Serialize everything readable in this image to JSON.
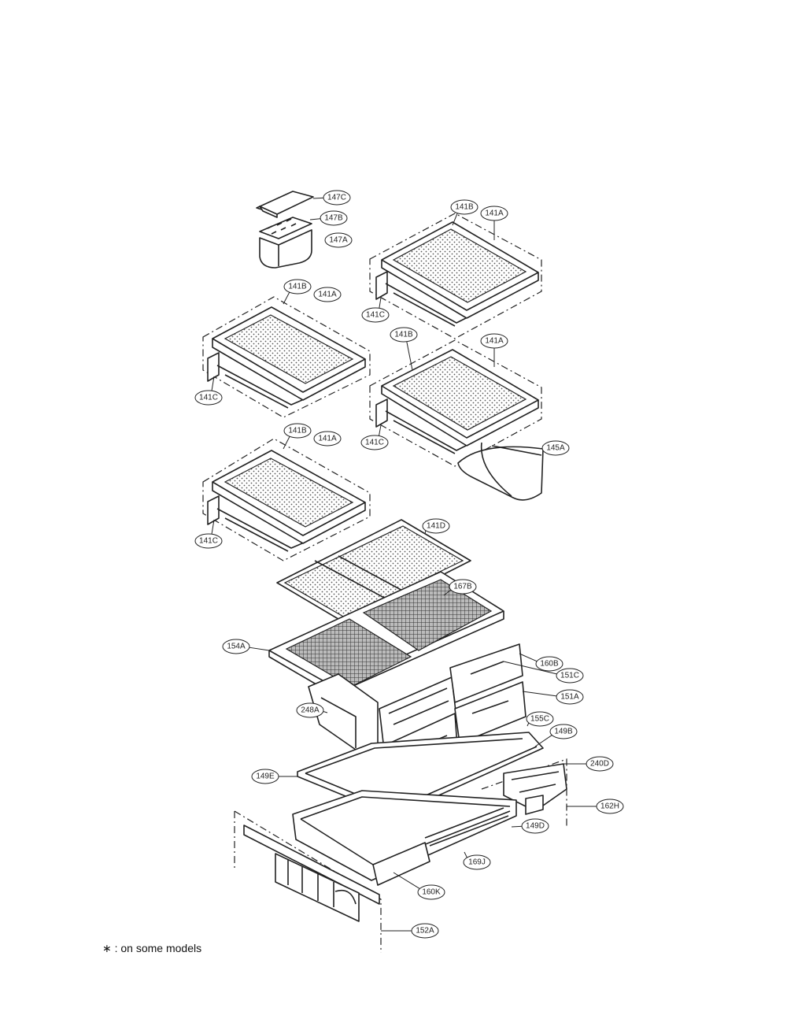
{
  "footnote": "∗ : on some models",
  "callouts": {
    "egg_lid": "147C",
    "egg_tray": "147B",
    "egg_box": "147A",
    "shelf1_glass": "141B",
    "shelf1_frame": "141A",
    "shelf1_bracket": "141C",
    "shelf2_glass": "141B",
    "shelf2_frame": "141A",
    "shelf2_bracket": "141C",
    "shelf3_glass": "141B",
    "shelf3_frame": "141A",
    "shelf3_bracket": "141C",
    "wine_rack": "145A",
    "shelf4_glass": "141B",
    "shelf4_frame": "141A",
    "shelf4_bracket": "141C",
    "cover_glass": "141D",
    "cover_mesh": "167B",
    "crisper_cover": "154A",
    "drawer_right_top": "160B",
    "drawer_guide": "151C",
    "drawer_front": "151A",
    "crisper_left": "248A",
    "drawer_front_lower": "155C",
    "rail_right": "149B",
    "rail_end": "240D",
    "tray_glass": "149E",
    "support_right": "162H",
    "tray_rail": "149D",
    "pantry_front": "169J",
    "pantry_tray": "160K",
    "pantry_assy": "152A"
  }
}
